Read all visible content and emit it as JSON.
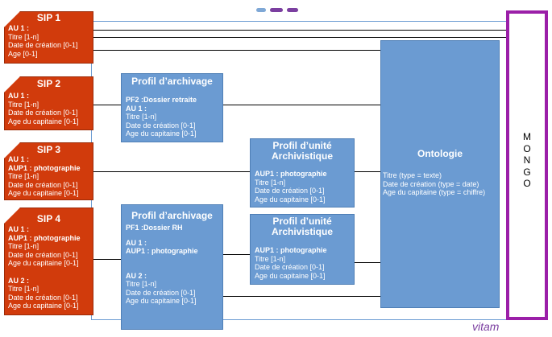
{
  "top_dots": {
    "colors": [
      "#7fa8d6",
      "#7b3fa0",
      "#7b3fa0"
    ]
  },
  "sip1": {
    "title": "SIP 1",
    "lines": [
      "AU 1 :",
      "Titre  [1-n]",
      "Date de création  [0-1]",
      "Age  [0-1]"
    ]
  },
  "sip2": {
    "title": "SIP 2",
    "lines": [
      "AU 1 :",
      "Titre  [1-n]",
      "Date de création  [0-1]",
      "Age du capitaine  [0-1]"
    ]
  },
  "sip3": {
    "title": "SIP 3",
    "lines": [
      "AU 1 :",
      "AUP1 : photographie",
      "Titre  [1-n]",
      "Date de création  [0-1]",
      "Age du capitaine  [0-1]"
    ]
  },
  "sip4": {
    "title": "SIP 4",
    "lines": [
      "AU 1 :",
      "AUP1 : photographie",
      "Titre  [1-n]",
      "Date de création  [0-1]",
      "Age du capitaine  [0-1]",
      "",
      "AU 2 :",
      "Titre  [1-n]",
      "Date de création  [0-1]",
      "Age du capitaine  [0-1]"
    ]
  },
  "profil1": {
    "title": "Profil d’archivage",
    "lines": [
      "PF2 :Dossier retraite",
      "AU 1 :",
      "Titre  [1-n]",
      "Date de création  [0-1]",
      "Age du capitaine  [0-1]"
    ]
  },
  "profil2": {
    "title": "Profil d’archivage",
    "lines": [
      "PF1 :Dossier RH",
      "",
      "AU 1 :",
      "AUP1 : photographie",
      "",
      "",
      "AU 2 :",
      "Titre  [1-n]",
      "Date de création  [0-1]",
      "Age du capitaine  [0-1]"
    ]
  },
  "pua1": {
    "title_lines": [
      "Profil d’unité",
      "Archivistique"
    ],
    "lines": [
      "AUP1 : photographie",
      "Titre  [1-n]",
      "Date de création  [0-1]",
      "Age du capitaine  [0-1]"
    ]
  },
  "pua2": {
    "title_lines": [
      "Profil d’unité",
      "Archivistique"
    ],
    "lines": [
      "AUP1 : photographie",
      "Titre  [1-n]",
      "Date de création  [0-1]",
      "Age du capitaine  [0-1]"
    ]
  },
  "ontologie": {
    "title": "Ontologie",
    "lines": [
      "Titre (type = texte)",
      "Date de création (type = date)",
      "Age du capitaine (type = chiffre)"
    ]
  },
  "mongo": {
    "letters": [
      "M",
      "O",
      "N",
      "G",
      "O"
    ]
  },
  "logo": {
    "text": "vitam"
  }
}
